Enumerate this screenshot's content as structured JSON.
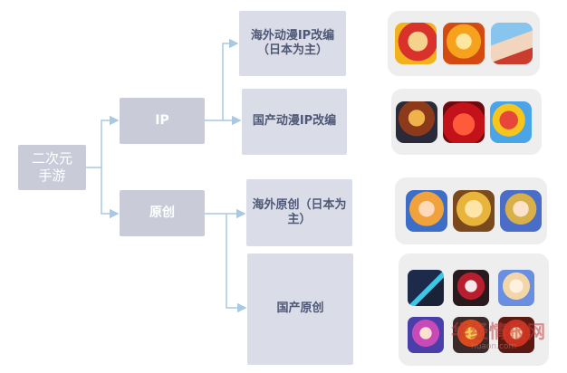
{
  "root": {
    "label": "二次元手游"
  },
  "branches": [
    {
      "label": "IP",
      "children": [
        {
          "label": "海外动漫IP改编（日本为主）"
        },
        {
          "label": "国产动漫IP改编"
        }
      ]
    },
    {
      "label": "原创",
      "children": [
        {
          "label": "海外原创（日本为主）"
        },
        {
          "label": "国产原创"
        }
      ]
    }
  ],
  "watermark": {
    "text": "华经情报网",
    "url": "huaon.com"
  },
  "colors": {
    "node": "#d6d9e4",
    "connector": "#a9c8e4",
    "panel": "#eeeeee"
  }
}
